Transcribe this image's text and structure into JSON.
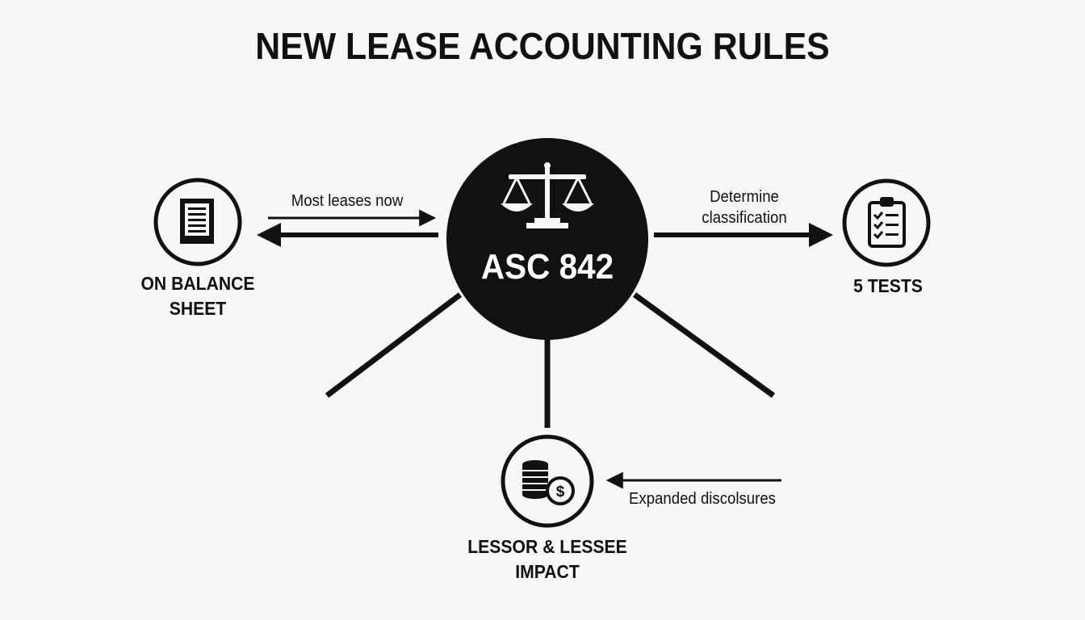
{
  "title": "NEW LEASE ACCOUNTING RULES",
  "center": {
    "label": "ASC 842",
    "icon": "scales-icon"
  },
  "nodes": {
    "balance_sheet": {
      "label_line1": "ON BALANCE",
      "label_line2": "SHEET",
      "icon": "document-icon"
    },
    "tests": {
      "label": "5 TESTS",
      "icon": "clipboard-checklist-icon"
    },
    "impact": {
      "label_line1": "LESSOR & LESSEE",
      "label_line2": "IMPACT",
      "icon": "coins-dollar-icon"
    }
  },
  "edges": {
    "balance_sheet": {
      "label": "Most leases now"
    },
    "tests": {
      "label_line1": "Determine",
      "label_line2": "classification"
    },
    "impact": {
      "label": "Expanded discolsures"
    }
  },
  "colors": {
    "ink": "#111111",
    "background": "#f7f7f7",
    "center_text": "#ffffff"
  }
}
